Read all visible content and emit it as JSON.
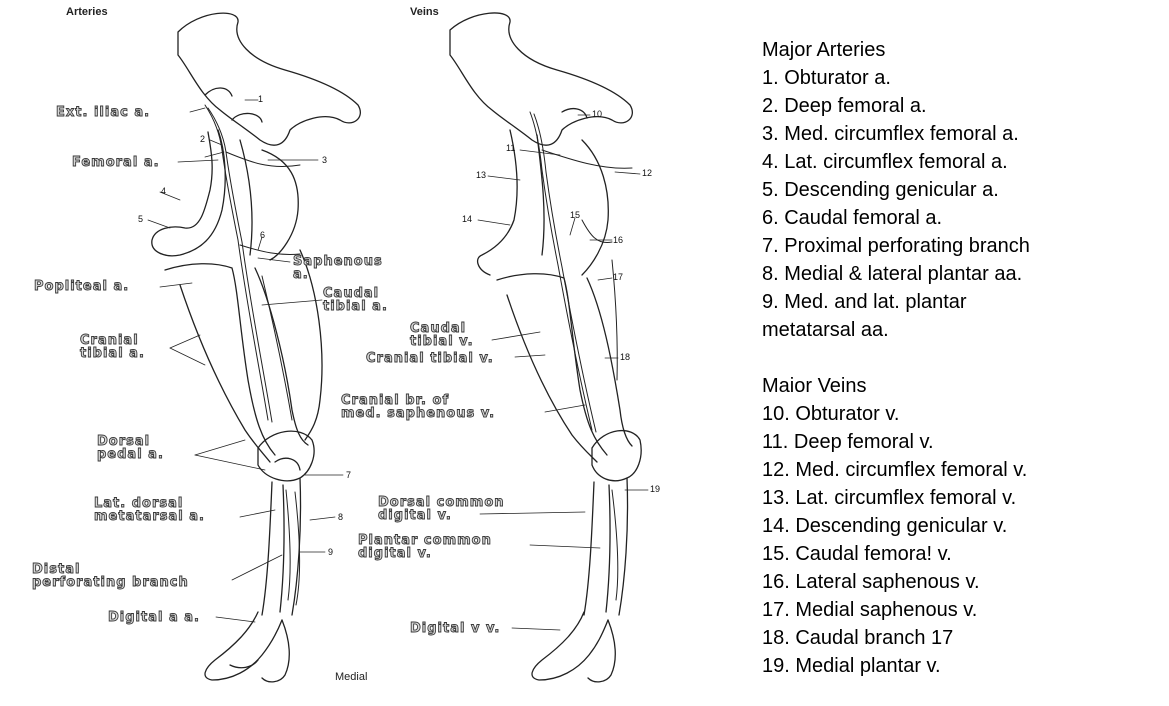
{
  "figure": {
    "heading_left": "Arteries",
    "heading_right": "Veins",
    "bottom_label": "Medial",
    "artery_labels": {
      "ext_iliac": "Ext. iliac a.",
      "femoral": "Femoral a.",
      "popliteal": "Popliteal a.",
      "saphenous_1": "Saphenous",
      "saphenous_2": "a.",
      "caudal_tibial_1": "Caudal",
      "caudal_tibial_2": "tibial a.",
      "cranial_tibial_1": "Cranial",
      "cranial_tibial_2": "tibial a.",
      "dorsal_pedal_1": "Dorsal",
      "dorsal_pedal_2": "pedal a.",
      "lat_dorsal_1": "Lat. dorsal",
      "lat_dorsal_2": "metatarsal a.",
      "distal_perf_1": "Distal",
      "distal_perf_2": "perforating branch",
      "digital": "Digital a a."
    },
    "vein_labels": {
      "caudal_tibial_1": "Caudal",
      "caudal_tibial_2": "tibial v.",
      "cranial_tibial": "Cranial tibial v.",
      "cranial_br_1": "Cranial br. of",
      "cranial_br_2": "med. saphenous v.",
      "dorsal_common_1": "Dorsal common",
      "dorsal_common_2": "digital v.",
      "plantar_common_1": "Plantar common",
      "plantar_common_2": "digital v.",
      "digital": "Digital v v."
    },
    "numbers": [
      "1",
      "2",
      "3",
      "4",
      "5",
      "6",
      "7",
      "8",
      "9",
      "10",
      "11",
      "12",
      "13",
      "14",
      "15",
      "16",
      "17",
      "18",
      "19"
    ]
  },
  "legend": {
    "arteries_title": "Major Arteries",
    "arteries": [
      "1. Obturator a.",
      "2. Deep femoral a.",
      "3. Med. circumflex femoral a.",
      "4. Lat. circumflex femoral a.",
      "5. Descending genicular a.",
      "6. Caudal femoral a.",
      "7. Proximal perforating branch",
      "8. Medial & lateral plantar aa.",
      "9. Med. and lat. plantar",
      "metatarsal aa."
    ],
    "veins_title": "Maior Veins",
    "veins": [
      "10. Obturator v.",
      "11. Deep femoral v.",
      "12. Med. circumflex femoral v.",
      "13. Lat. circumflex femoral v.",
      "14. Descending genicular v.",
      "15. Caudal femora! v.",
      "16. Lateral saphenous v.",
      "17. Medial saphenous v.",
      "18. Caudal branch 17",
      "19. Medial plantar v."
    ]
  }
}
